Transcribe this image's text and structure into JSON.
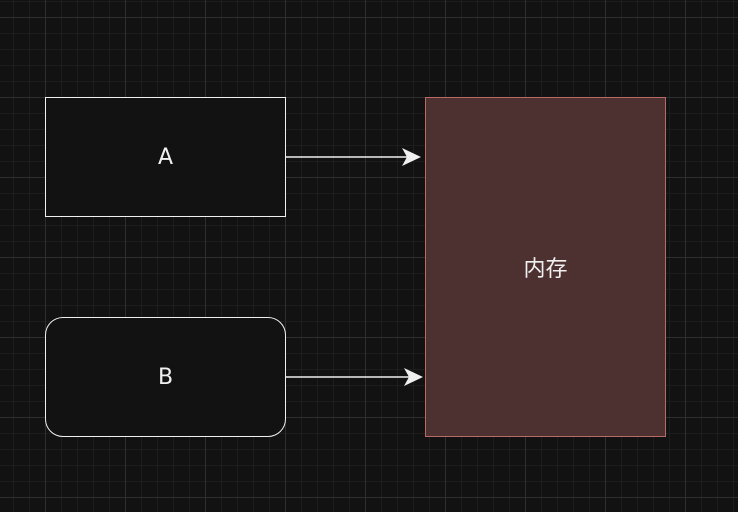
{
  "diagram": {
    "nodes": [
      {
        "id": "a",
        "label": "A",
        "shape": "rectangle",
        "fill": "#121212",
        "stroke": "#f0f0f0"
      },
      {
        "id": "b",
        "label": "B",
        "shape": "rounded-rectangle",
        "fill": "#121212",
        "stroke": "#f0f0f0"
      },
      {
        "id": "memory",
        "label": "内存",
        "shape": "rectangle",
        "fill": "#4d3131",
        "stroke": "#b86a66"
      }
    ],
    "edges": [
      {
        "from": "a",
        "to": "memory",
        "color": "#f0f0f0"
      },
      {
        "from": "b",
        "to": "memory",
        "color": "#f0f0f0"
      }
    ]
  }
}
